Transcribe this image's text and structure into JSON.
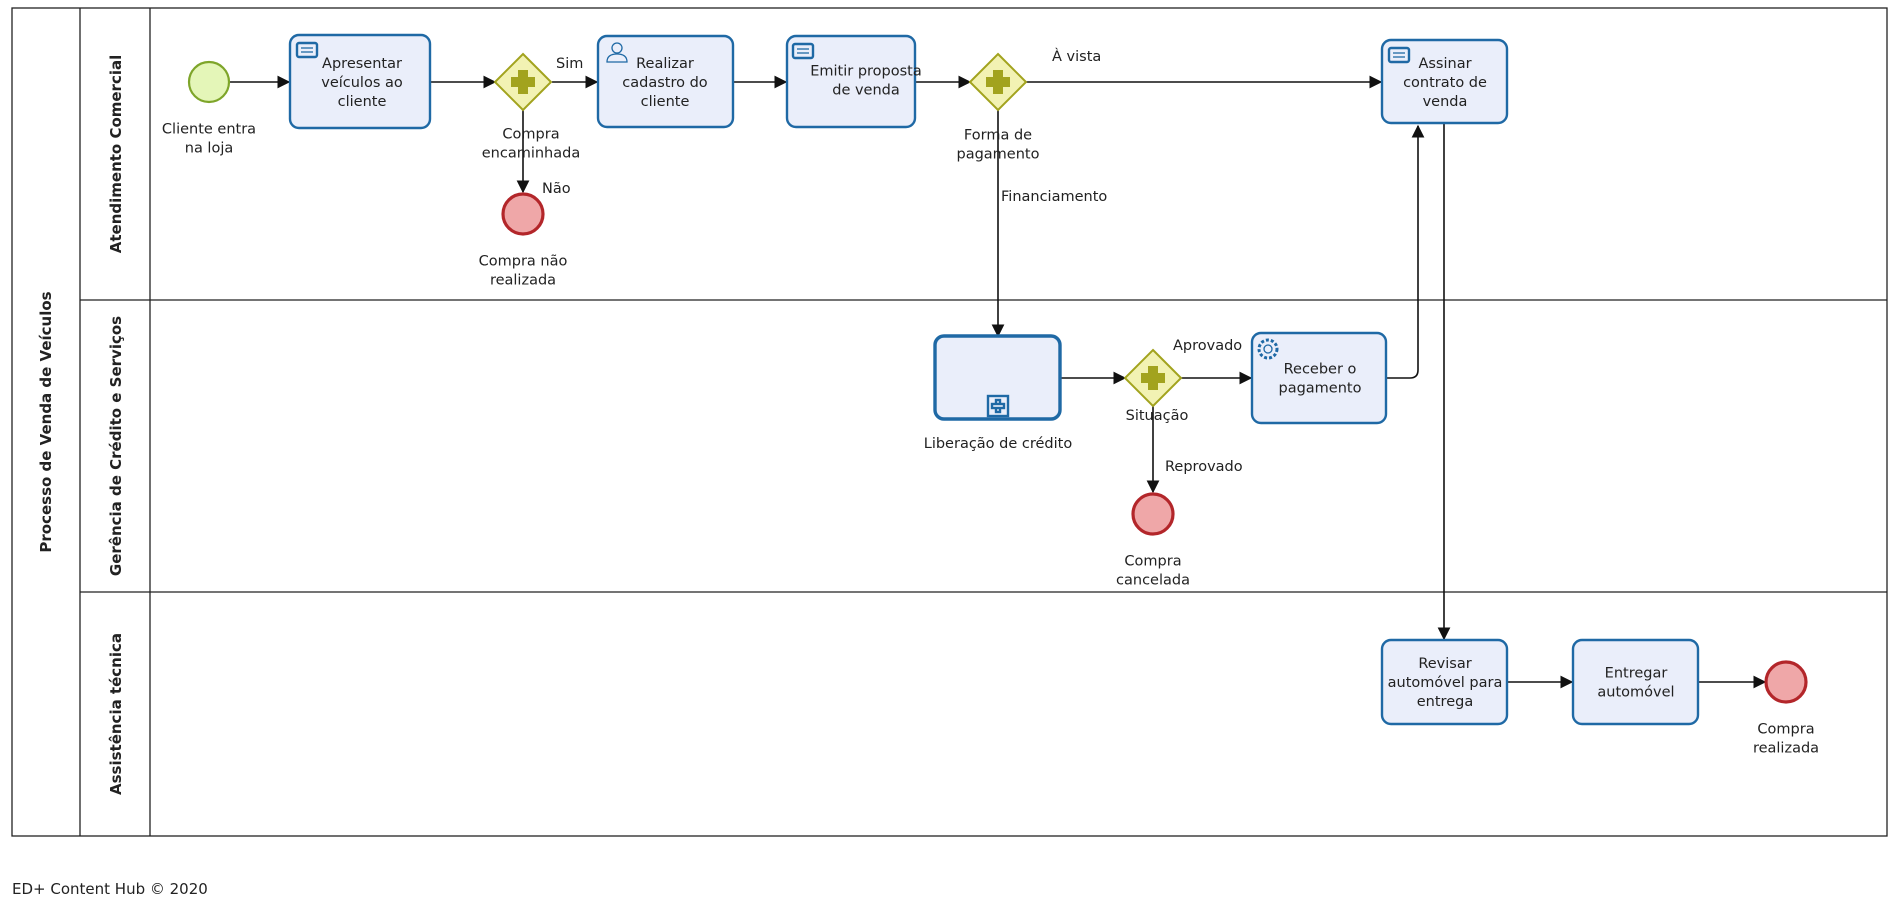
{
  "pool": {
    "title": "Processo de Venda de Veículos"
  },
  "lanes": {
    "commercial": "Atendimento Comercial",
    "credit": "Gerência de Crédito e Serviços",
    "technical": "Assistência técnica"
  },
  "events": {
    "start": [
      "Cliente entra",
      "na loja"
    ],
    "end_not_bought": [
      "Compra não",
      "realizada"
    ],
    "end_cancelled": [
      "Compra",
      "cancelada"
    ],
    "end_done": [
      "Compra",
      "realizada"
    ]
  },
  "tasks": {
    "present": [
      "Apresentar",
      "veículos ao",
      "cliente"
    ],
    "register": [
      "Realizar",
      "cadastro do",
      "cliente"
    ],
    "proposal": [
      "Emitir proposta",
      "de venda"
    ],
    "contract": [
      "Assinar",
      "contrato de",
      "venda"
    ],
    "credit_release": [
      "Liberação de crédito"
    ],
    "receive": [
      "Receber o",
      "pagamento"
    ],
    "review": [
      "Revisar",
      "automóvel para",
      "entrega"
    ],
    "deliver": [
      "Entregar",
      "automóvel"
    ]
  },
  "gateways": {
    "purchase": [
      "Compra",
      "encaminhada"
    ],
    "payment": [
      "Forma de",
      "pagamento"
    ],
    "status": [
      "Situação"
    ]
  },
  "flows": {
    "yes": "Sim",
    "no": "Não",
    "cash": "À vista",
    "financing": "Financiamento",
    "approved": "Aprovado",
    "rejected": "Reprovado"
  },
  "colors": {
    "task_fill": "#eaeefa",
    "task_stroke": "#1f69a5",
    "gateway_fill": "#f2f2b3",
    "gateway_stroke": "#a2a31e",
    "start_fill": "#e4f6b8",
    "end_fill": "#efa7a8",
    "end_stroke": "#b3262a"
  },
  "icons": {
    "manual_task": "manual-task-icon",
    "user_task": "user-task-icon",
    "service_task": "gear-icon",
    "subprocess": "subprocess-plus-icon",
    "gateway": "parallel-gateway-icon"
  },
  "footer": "ED+ Content Hub © 2020"
}
